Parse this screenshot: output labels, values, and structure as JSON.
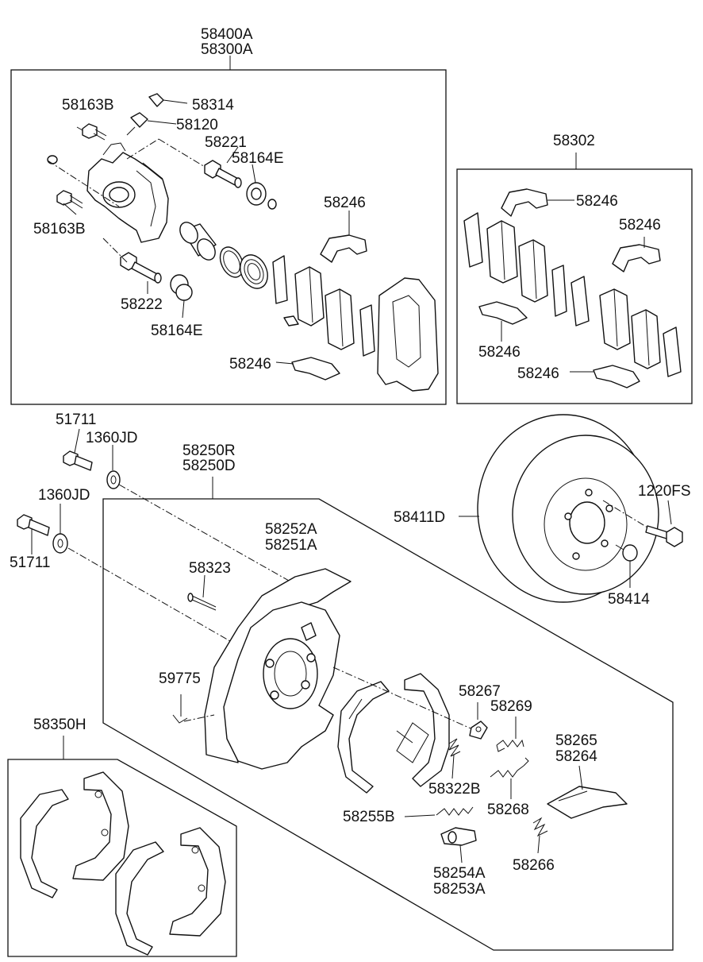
{
  "labels": {
    "caliper_assy_1": "58400A",
    "caliper_assy_2": "58300A",
    "bolt_upper": "58163B",
    "bolt_lower": "58163B",
    "p58314": "58314",
    "p58120": "58120",
    "p58221": "58221",
    "p58164e_upper": "58164E",
    "p58246_front_upper": "58246",
    "p58222": "58222",
    "p58164e_lower": "58164E",
    "p58246_front_lower": "58246",
    "pad_kit": "58302",
    "p58246_kit_1": "58246",
    "p58246_kit_2": "58246",
    "p58246_kit_3": "58246",
    "p58246_kit_4": "58246",
    "p51711_upper": "51711",
    "p1360jd_upper": "1360JD",
    "p1360jd_lower": "1360JD",
    "p51711_lower": "51711",
    "backplate_1": "58250R",
    "backplate_2": "58250D",
    "p58252a": "58252A",
    "p58251a": "58251A",
    "p58323": "58323",
    "p59775": "59775",
    "disc": "58411D",
    "p1220fs": "1220FS",
    "p58414": "58414",
    "p58267": "58267",
    "p58269": "58269",
    "p58322b": "58322B",
    "p58265": "58265",
    "p58264": "58264",
    "p58268": "58268",
    "p58255b": "58255B",
    "p58254a": "58254A",
    "p58253a": "58253A",
    "p58266": "58266",
    "shoe_kit": "58350H"
  }
}
